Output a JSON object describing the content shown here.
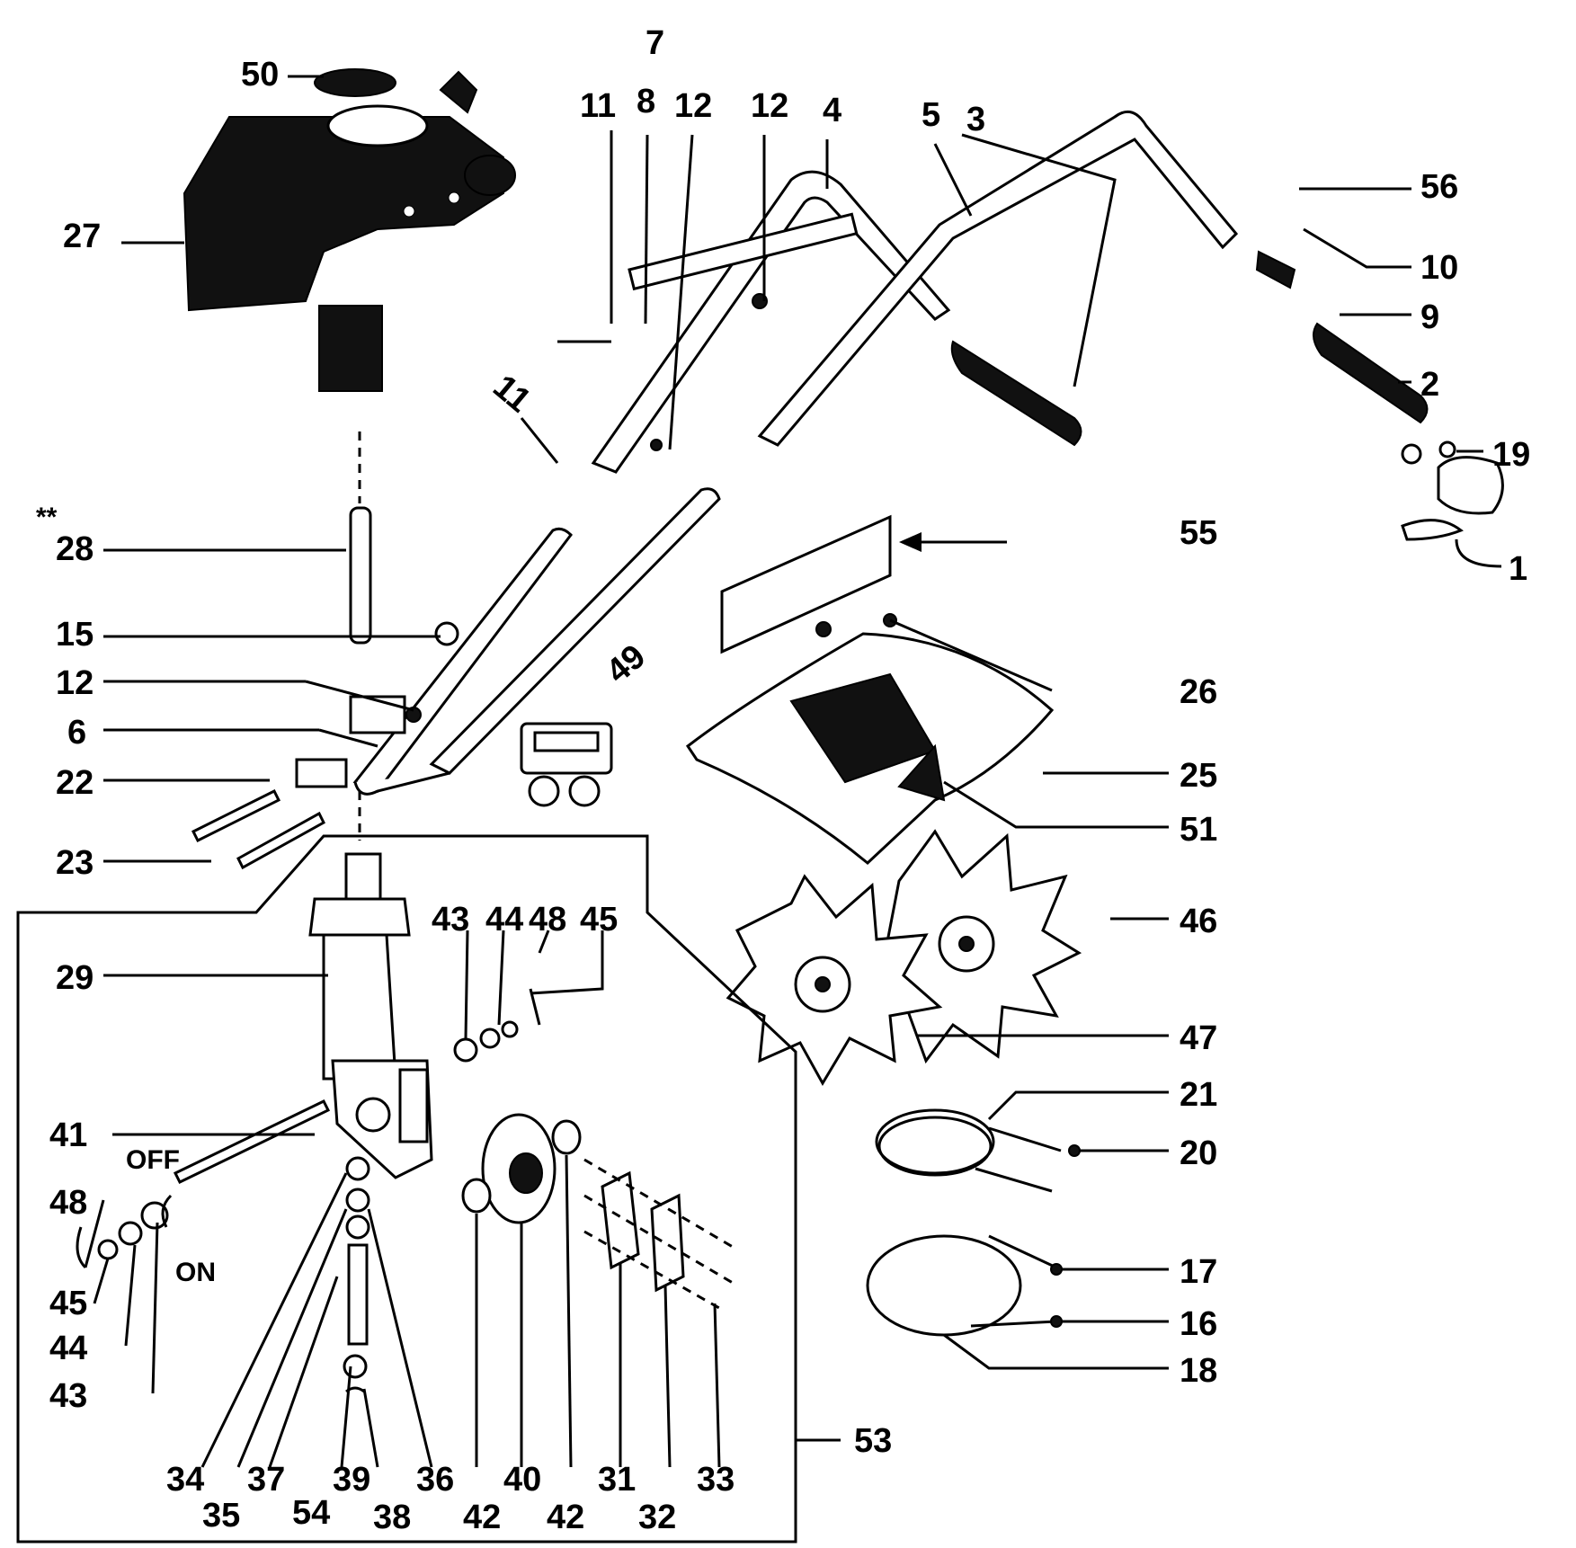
{
  "labels": {
    "l1": "1",
    "l2": "2",
    "l3": "3",
    "l4": "4",
    "l5": "5",
    "l6": "6",
    "l7": "7",
    "l8": "8",
    "l9": "9",
    "l10": "10",
    "l11a": "11",
    "l11b": "11",
    "l12a": "12",
    "l12b": "12",
    "l12c": "12",
    "l15": "15",
    "l16": "16",
    "l17": "17",
    "l18": "18",
    "l19": "19",
    "l20": "20",
    "l21": "21",
    "l22": "22",
    "l23": "23",
    "l25": "25",
    "l26": "26",
    "l27": "27",
    "l28": "28",
    "l29": "29",
    "l31": "31",
    "l32": "32",
    "l33": "33",
    "l34": "34",
    "l35": "35",
    "l36": "36",
    "l37": "37",
    "l38": "38",
    "l39": "39",
    "l40": "40",
    "l41": "41",
    "l42a": "42",
    "l42b": "42",
    "l43a": "43",
    "l43b": "43",
    "l44a": "44",
    "l44b": "44",
    "l45a": "45",
    "l45b": "45",
    "l46": "46",
    "l47": "47",
    "l48a": "48",
    "l48b": "48",
    "l49": "49",
    "l50": "50",
    "l51": "51",
    "l53": "53",
    "l54": "54",
    "l55": "55",
    "l56": "56",
    "off": "OFF",
    "on": "ON",
    "star": "**"
  }
}
